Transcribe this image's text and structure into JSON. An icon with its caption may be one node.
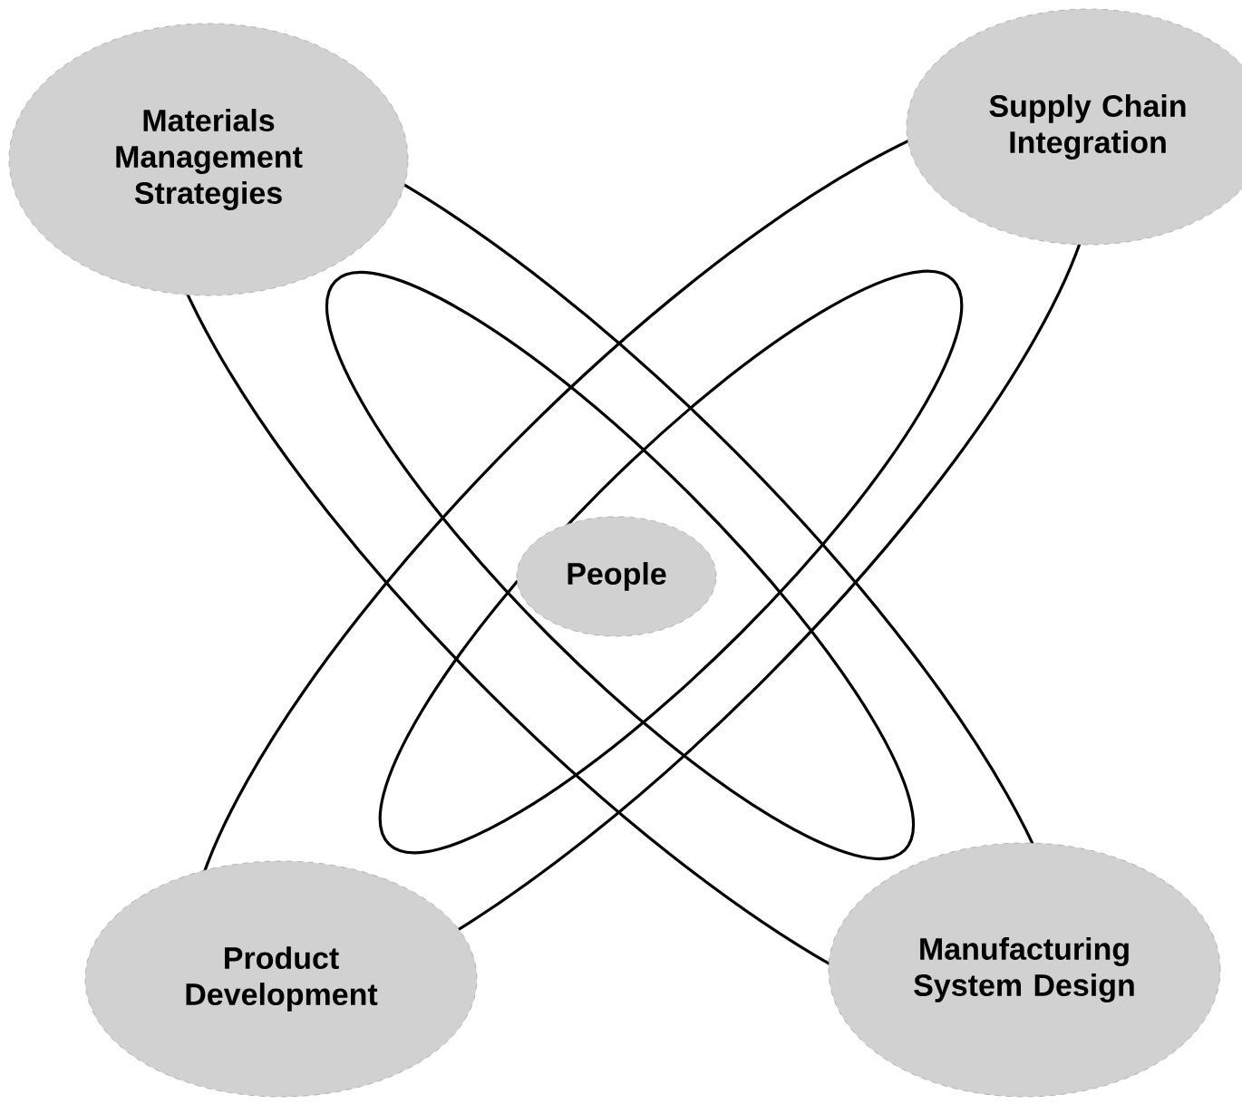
{
  "diagram": {
    "nodes": [
      {
        "text": [
          "Materials Management Strategies"
        ]
      },
      {
        "text": [
          "Supply Chain Integration"
        ]
      },
      {
        "text": [
          "People"
        ]
      },
      {
        "text": [
          "Product Development"
        ]
      },
      {
        "text": [
          "Manufacturing System Design"
        ]
      }
    ]
  }
}
